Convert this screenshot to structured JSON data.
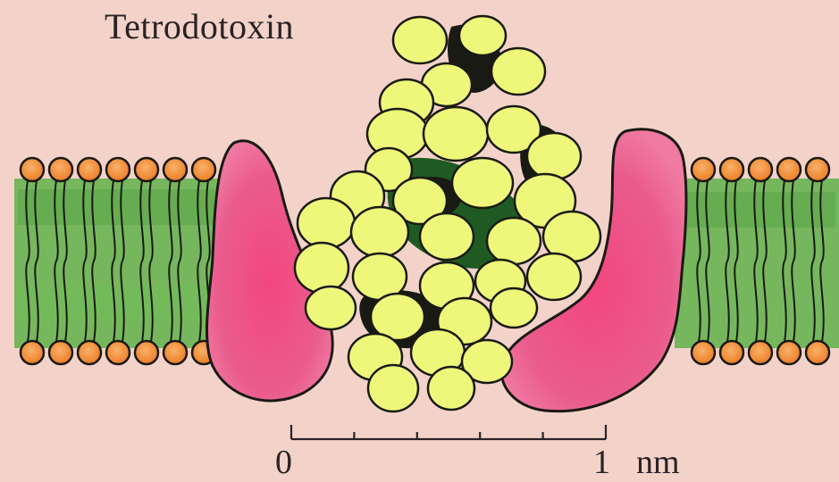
{
  "figure": {
    "title": "Tetrodotoxin",
    "scale_bar": {
      "start_label": "0",
      "end_label": "1",
      "unit": "nm",
      "minor_ticks": 5
    }
  },
  "colors": {
    "background": "#f3d3c9",
    "lipid_heads": "#f08b2c",
    "lipid_core": "#5fb14a",
    "channel_protein": "#ea5c8d",
    "toxin_atoms": "#eef77a",
    "outline": "#1a1a14"
  }
}
